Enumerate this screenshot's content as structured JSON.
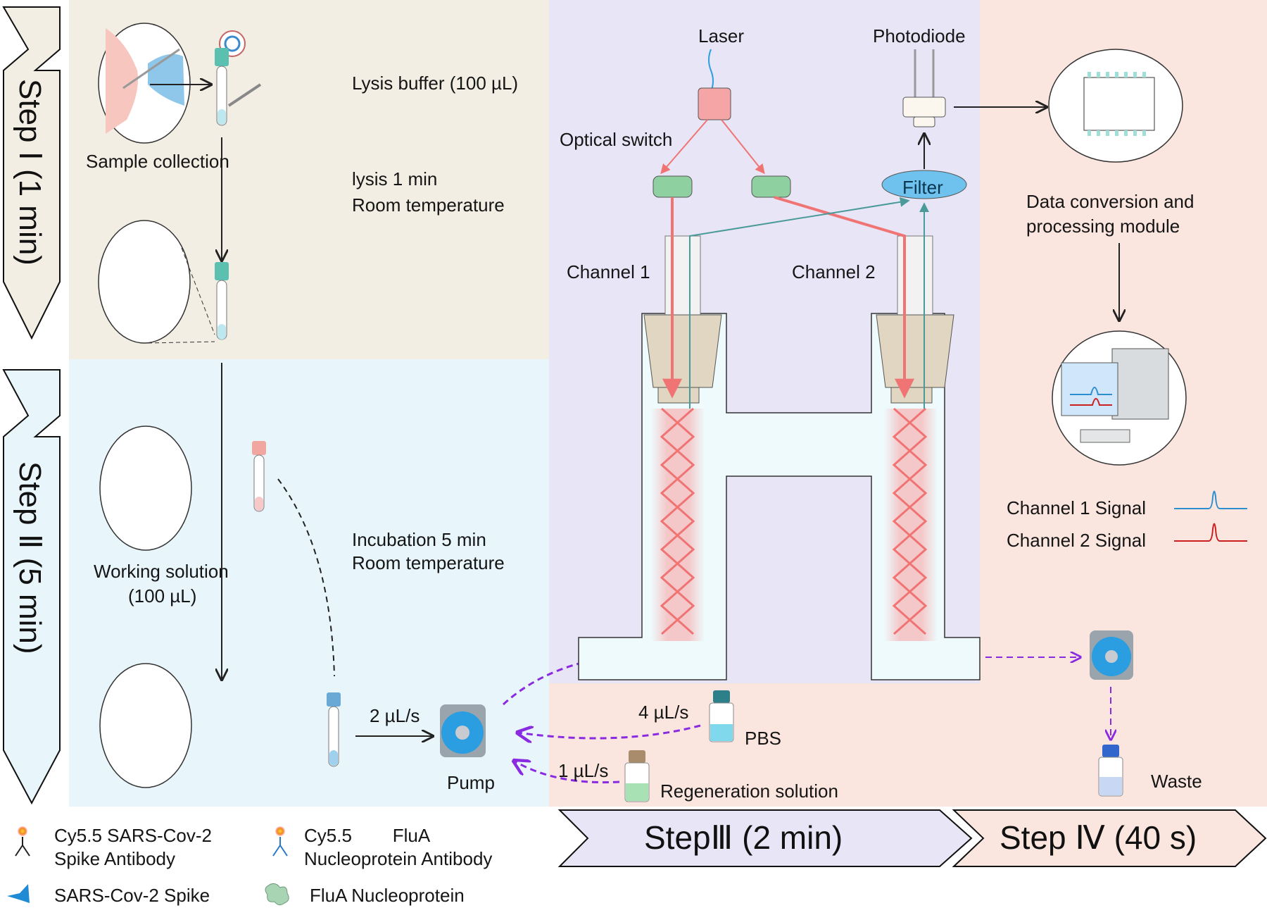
{
  "steps": {
    "step1": "Step Ⅰ (1 min)",
    "step2": "Step Ⅱ (5 min)",
    "step3": "StepⅢ (2 min)",
    "step4": "Step Ⅳ (40 s)"
  },
  "step1": {
    "sample_collection": "Sample collection",
    "lysis_buffer": "Lysis buffer (100 µL)",
    "lysis_time": "lysis 1 min",
    "lysis_temp": "Room temperature"
  },
  "step2": {
    "working_solution": "Working solution",
    "working_volume": "(100 µL)",
    "incubation_time": "Incubation 5 min",
    "incubation_temp": "Room temperature",
    "flow_rate": "2 µL/s",
    "pump": "Pump"
  },
  "step3": {
    "laser": "Laser",
    "photodiode": "Photodiode",
    "optical_switch": "Optical switch",
    "filter": "Filter",
    "channel1": "Channel 1",
    "channel2": "Channel 2",
    "pbs_rate": "4 µL/s",
    "pbs": "PBS",
    "regen_rate": "1 µL/s",
    "regen": "Regeneration solution"
  },
  "step4": {
    "module_line1": "Data conversion and",
    "module_line2": "processing module",
    "ch1_signal": "Channel 1 Signal",
    "ch2_signal": "Channel 2 Signal",
    "waste": "Waste"
  },
  "legend": {
    "item1_line1": "Cy5.5 SARS-Cov-2",
    "item1_line2": "Spike Antibody",
    "item2_line1": "Cy5.5        FluA",
    "item2_line2": "Nucleoprotein Antibody",
    "item3": "SARS-Cov-2 Spike",
    "item4": "FluA Nucleoprotein"
  },
  "colors": {
    "step1_bg": "#f3eee4",
    "step2_bg": "#e8f6fb",
    "step3_bg": "#e8e6f6",
    "step4_bg": "#fbe6df",
    "laser_beam": "#f07474",
    "emission": "#4a9a9a",
    "flow_arrow": "#8a2be2",
    "ch1_signal": "#2e8fd0",
    "ch2_signal": "#cc1f1f"
  }
}
